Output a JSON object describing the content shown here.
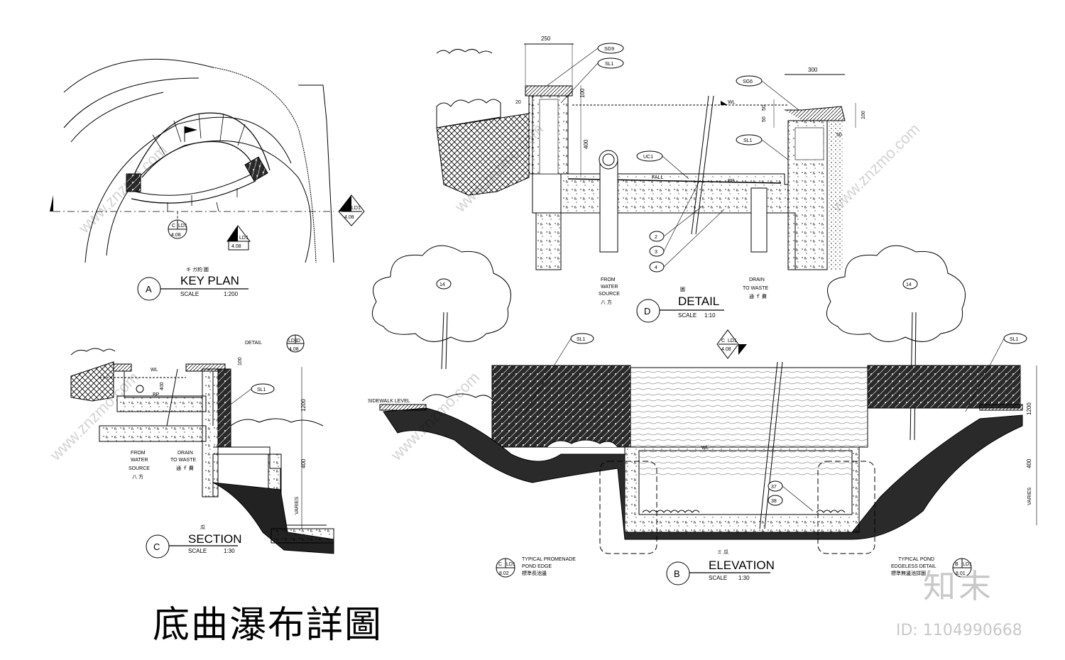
{
  "main_title": "底曲瀑布詳圖",
  "brand": {
    "name": "知末",
    "id": "ID: 1104990668"
  },
  "key_plan": {
    "letter": "A",
    "title": "KEY PLAN",
    "cn": "キ ガ約 圖",
    "scale_label": "SCALE",
    "scale": "1:200",
    "tags": [
      {
        "letter": "C",
        "sheet": "LD1",
        "page": "4.08"
      },
      {
        "letter": "B",
        "sheet": "LD1",
        "page": "4.08"
      },
      {
        "letter": "B",
        "sheet": "LD1",
        "page": "4.08"
      }
    ]
  },
  "detail": {
    "letter": "D",
    "title": "DETAIL",
    "cn": "圖",
    "scale_label": "SCALE",
    "scale": "1:10",
    "dims": [
      "250",
      "100",
      "400",
      "20",
      "300",
      "50",
      "50",
      "100",
      "50"
    ],
    "codes": [
      "SG9",
      "SL1",
      "SG6",
      "SL1",
      "UC1"
    ],
    "callouts": [
      "2",
      "3",
      "4"
    ],
    "wl": "WL",
    "bp": "BP",
    "fall": "FALL",
    "from_source": [
      "FROM",
      "WATER",
      "SOURCE"
    ],
    "from_source_cn": "八 方",
    "drain": [
      "DRAIN",
      "TO WASTE"
    ],
    "drain_cn": "通 ｆ 費"
  },
  "section": {
    "letter": "C",
    "title": "SECTION",
    "cn": "瓜",
    "scale_label": "SCALE",
    "scale": "1:30",
    "detail_ref": "DETAIL",
    "tag": {
      "letter": "D",
      "sheet": "LD1",
      "page": "4.08"
    },
    "dims": [
      "100",
      "400",
      "1200",
      "400",
      "VARIES"
    ],
    "code": "SL1",
    "wl": "WL",
    "bp": "BP",
    "from_source": [
      "FROM",
      "WATER",
      "SOURCE"
    ],
    "from_source_cn": "八 方",
    "drain": [
      "DRAIN",
      "TO WASTE"
    ],
    "drain_cn": "通 ｆ 費"
  },
  "elevation": {
    "letter": "B",
    "title": "ELEVATION",
    "cn": "ミ 瓜",
    "scale_label": "SCALE",
    "scale": "1:30",
    "tag": {
      "letter": "C",
      "sheet": "LD1",
      "page": "4.08"
    },
    "codes": [
      "SL1",
      "SL1"
    ],
    "callouts": [
      "14",
      "14",
      "37",
      "38"
    ],
    "sidewalk": "SIDEWALK LEVEL",
    "wl": "WL",
    "dims": [
      "1200",
      "400",
      "VARIES"
    ],
    "promenade": {
      "letter": "C",
      "sheet": "LD1",
      "page": "8.02",
      "lines": [
        "TYPICAL PROMENADE",
        "POND EDGE"
      ],
      "cn": "標準長池邊"
    },
    "pond": {
      "letter": "B",
      "sheet": "LD1",
      "page": "8.01",
      "lines": [
        "TYPICAL POND",
        "EDGELESS DETAIL"
      ],
      "cn": "標準無邊池詳圖"
    }
  },
  "watermark": "www.znzmo.com"
}
